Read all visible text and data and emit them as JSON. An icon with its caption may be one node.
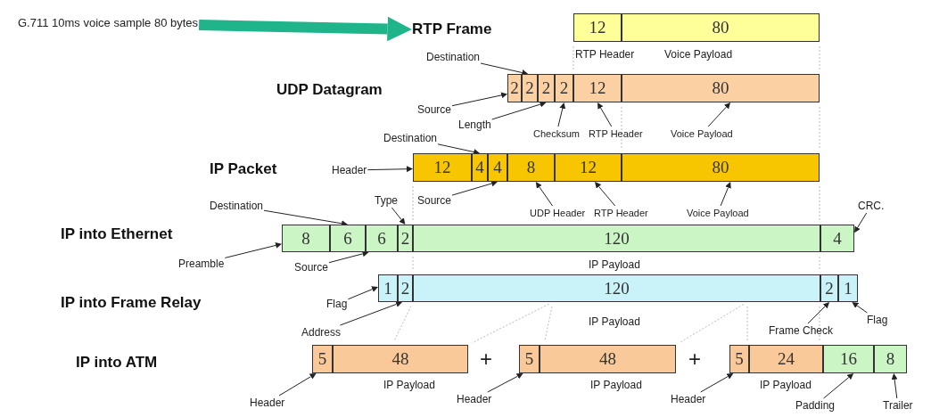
{
  "diagram": {
    "nodes": [
      {
        "text": [
          "G.711 10ms voice sample 80 bytes"
        ]
      },
      {
        "text": [
          "12"
        ]
      },
      {
        "text": [
          "80"
        ]
      },
      {
        "text": [
          "Destination"
        ]
      },
      {
        "text": [
          "2"
        ]
      },
      {
        "text": [
          "2"
        ]
      },
      {
        "text": [
          "2"
        ]
      },
      {
        "text": [
          "2"
        ]
      },
      {
        "text": [
          "12"
        ]
      },
      {
        "text": [
          "80"
        ]
      },
      {
        "text": [
          "Source"
        ]
      },
      {
        "text": [
          "Length"
        ]
      },
      {
        "text": [
          "Checksum"
        ]
      },
      {
        "text": [
          "RTP Header"
        ]
      },
      {
        "text": [
          "Voice Payload"
        ]
      },
      {
        "text": [
          "Destination"
        ]
      },
      {
        "text": [
          "Header"
        ]
      },
      {
        "text": [
          "12"
        ]
      },
      {
        "text": [
          "4"
        ]
      },
      {
        "text": [
          "4"
        ]
      },
      {
        "text": [
          "8"
        ]
      },
      {
        "text": [
          "12"
        ]
      },
      {
        "text": [
          "80"
        ]
      },
      {
        "text": [
          "Source"
        ]
      },
      {
        "text": [
          "UDP Header"
        ]
      },
      {
        "text": [
          "RTP Header"
        ]
      },
      {
        "text": [
          "Voice Payload"
        ]
      },
      {
        "text": [
          "Destination"
        ]
      },
      {
        "text": [
          "Type"
        ]
      },
      {
        "text": [
          "CRC."
        ]
      },
      {
        "text": [
          "8"
        ]
      },
      {
        "text": [
          "6"
        ]
      },
      {
        "text": [
          "6"
        ]
      },
      {
        "text": [
          "2"
        ]
      },
      {
        "text": [
          "120"
        ]
      },
      {
        "text": [
          "4"
        ]
      },
      {
        "text": [
          "Preamble"
        ]
      },
      {
        "text": [
          "Source"
        ]
      },
      {
        "text": [
          "Flag"
        ]
      },
      {
        "text": [
          "1"
        ]
      },
      {
        "text": [
          "2"
        ]
      },
      {
        "text": [
          "120"
        ]
      },
      {
        "text": [
          "2"
        ]
      },
      {
        "text": [
          "1"
        ]
      },
      {
        "text": [
          "Address"
        ]
      },
      {
        "text": [
          "Frame Check"
        ]
      },
      {
        "text": [
          "Flag"
        ]
      },
      {
        "text": [
          "5"
        ]
      },
      {
        "text": [
          "48"
        ]
      },
      {
        "text": [
          "5"
        ]
      },
      {
        "text": [
          "48"
        ]
      },
      {
        "text": [
          "5"
        ]
      },
      {
        "text": [
          "24"
        ]
      },
      {
        "text": [
          "16"
        ]
      },
      {
        "text": [
          "8"
        ]
      },
      {
        "text": [
          "Header"
        ]
      },
      {
        "text": [
          "Header"
        ]
      },
      {
        "text": [
          "Header"
        ]
      },
      {
        "text": [
          "Padding"
        ]
      },
      {
        "text": [
          "Trailer"
        ]
      },
      {
        "text": [
          "RTP Frame"
        ]
      }
    ],
    "edges": [
      {
        "from": 0,
        "to": 60,
        "arrow": "to",
        "style": "thick",
        "color": "#20b48a"
      },
      {
        "from": 3,
        "to": 5,
        "arrow": "to"
      },
      {
        "from": 10,
        "to": 4,
        "arrow": "to"
      },
      {
        "from": 11,
        "to": 6,
        "arrow": "to"
      },
      {
        "from": 12,
        "to": 7,
        "arrow": "to"
      },
      {
        "from": 13,
        "to": 8,
        "arrow": "to"
      },
      {
        "from": 14,
        "to": 9,
        "arrow": "to"
      },
      {
        "from": 16,
        "to": 17,
        "arrow": "to"
      },
      {
        "from": 15,
        "to": 18,
        "arrow": "to"
      },
      {
        "from": 23,
        "to": 19,
        "arrow": "to"
      },
      {
        "from": 24,
        "to": 20,
        "arrow": "to"
      },
      {
        "from": 25,
        "to": 21,
        "arrow": "to"
      },
      {
        "from": 26,
        "to": 22,
        "arrow": "to"
      },
      {
        "from": 27,
        "to": 31,
        "arrow": "to"
      },
      {
        "from": 28,
        "to": 33,
        "arrow": "to"
      },
      {
        "from": 29,
        "to": 35,
        "arrow": "to"
      },
      {
        "from": 36,
        "to": 30,
        "arrow": "to"
      },
      {
        "from": 37,
        "to": 32,
        "arrow": "to"
      },
      {
        "from": 38,
        "to": 39,
        "arrow": "to"
      },
      {
        "from": 44,
        "to": 40,
        "arrow": "to"
      },
      {
        "from": 45,
        "to": 42,
        "arrow": "to"
      },
      {
        "from": 46,
        "to": 43,
        "arrow": "to"
      },
      {
        "from": 55,
        "to": 47,
        "arrow": "to"
      },
      {
        "from": 56,
        "to": 49,
        "arrow": "to"
      },
      {
        "from": 57,
        "to": 51,
        "arrow": "to"
      },
      {
        "from": 58,
        "to": 53,
        "arrow": "to"
      },
      {
        "from": 59,
        "to": 54,
        "arrow": "to"
      }
    ],
    "labels": [
      "RTP Header",
      "Voice Payload",
      "UDP Datagram",
      "IP Packet",
      "IP into Ethernet",
      "IP Payload",
      "IP into Frame Relay",
      "IP Payload",
      "IP into ATM",
      "+",
      "+",
      "IP Payload",
      "IP Payload",
      "IP Payload"
    ]
  }
}
